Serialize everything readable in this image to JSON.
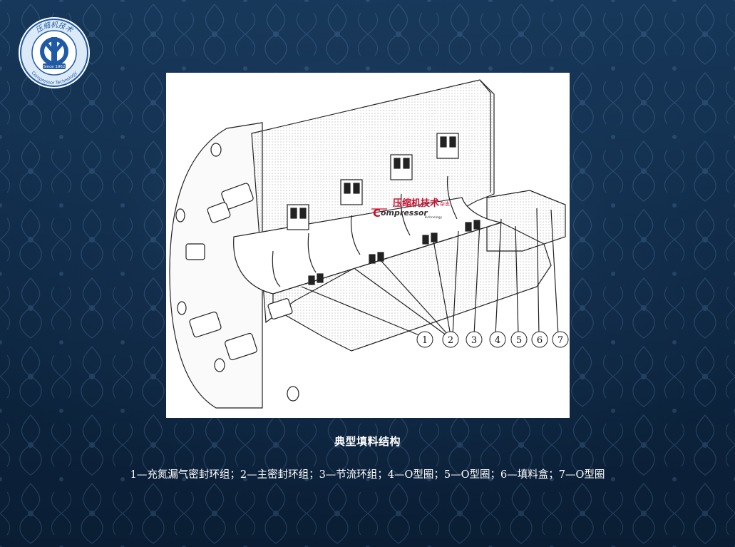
{
  "logo": {
    "top_text": "压缩机技术",
    "bottom_text": "Compressor Technology",
    "badge_text": "Since 1962",
    "icon": "compressor-technology-logo"
  },
  "figure": {
    "watermark_cn": "压缩机技术",
    "watermark_suffix": "杂志",
    "watermark_en_initial": "C",
    "watermark_en": "ompressor",
    "watermark_en_small": "Technology",
    "labels": [
      "1",
      "2",
      "3",
      "4",
      "5",
      "6",
      "7"
    ]
  },
  "caption": "典型填料结构",
  "legend_text": "1—充氮漏气密封环组；2—主密封环组；3—节流环组；4—O型圈；5—O型圈；6—填料盒；7—O型圈",
  "colors": {
    "background": "#0f2a47",
    "text": "#ffffff",
    "logo_blue": "#1f5aa6",
    "watermark_red": "#c8102e"
  }
}
